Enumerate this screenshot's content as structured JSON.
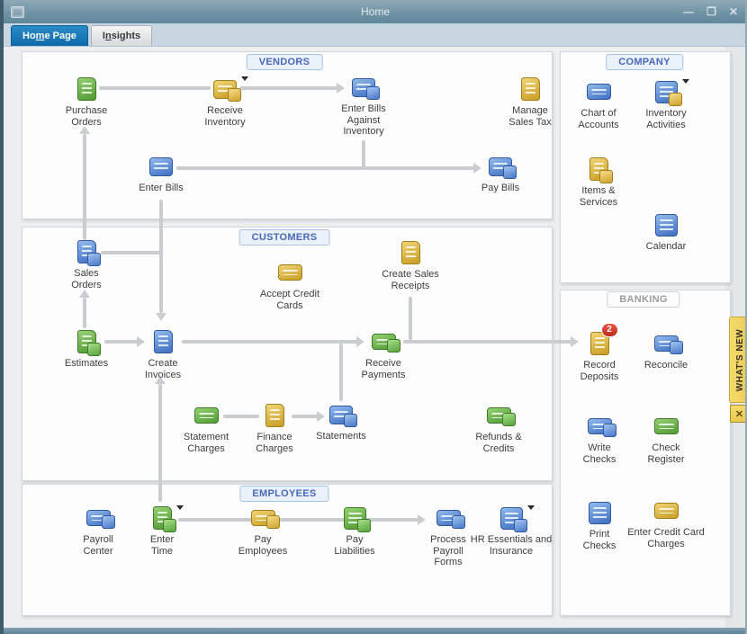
{
  "window": {
    "title": "Home",
    "controls": {
      "minimize": "—",
      "maximize": "❐",
      "close": "✕"
    }
  },
  "tabs": {
    "home": {
      "pre": "Ho",
      "key": "m",
      "post": "e Page"
    },
    "insights": {
      "pre": "I",
      "key": "n",
      "post": "sights"
    }
  },
  "sections": {
    "vendors": "VENDORS",
    "customers": "CUSTOMERS",
    "employees": "EMPLOYEES",
    "company": "COMPANY",
    "banking": "BANKING"
  },
  "nodes": {
    "purchase_orders": "Purchase Orders",
    "receive_inventory": "Receive Inventory",
    "enter_bills_against_inventory": "Enter Bills Against Inventory",
    "manage_sales_tax": "Manage Sales Tax",
    "enter_bills": "Enter Bills",
    "pay_bills": "Pay Bills",
    "sales_orders": "Sales Orders",
    "accept_credit_cards": "Accept Credit Cards",
    "create_sales_receipts": "Create Sales Receipts",
    "estimates": "Estimates",
    "create_invoices": "Create Invoices",
    "receive_payments": "Receive Payments",
    "statement_charges": "Statement Charges",
    "finance_charges": "Finance Charges",
    "statements": "Statements",
    "refunds_credits": "Refunds & Credits",
    "payroll_center": "Payroll Center",
    "enter_time": "Enter Time",
    "pay_employees": "Pay Employees",
    "pay_liabilities": "Pay Liabilities",
    "process_payroll_forms": "Process Payroll Forms",
    "hr_essentials": "HR Essentials and Insurance",
    "chart_of_accounts": "Chart of Accounts",
    "inventory_activities": "Inventory Activities",
    "items_services": "Items & Services",
    "calendar": "Calendar",
    "record_deposits": "Record Deposits",
    "reconcile": "Reconcile",
    "write_checks": "Write Checks",
    "check_register": "Check Register",
    "print_checks": "Print Checks",
    "enter_credit_card_charges": "Enter Credit Card Charges"
  },
  "badges": {
    "record_deposits": "2"
  },
  "whats_new": {
    "label": "WHAT'S NEW",
    "close_symbol": "✕"
  },
  "colors": {
    "active_tab_blue": "#1474b8",
    "section_label_blue": "#4a67b2",
    "icon_green": "#4f9a34",
    "icon_gold": "#c89d22",
    "icon_blue": "#3d6ec2",
    "badge_red": "#c02a1c",
    "whats_new_yellow": "#eac94e",
    "connector_gray": "#c9cdcd",
    "titlebar_blue": "#6e92a4"
  }
}
